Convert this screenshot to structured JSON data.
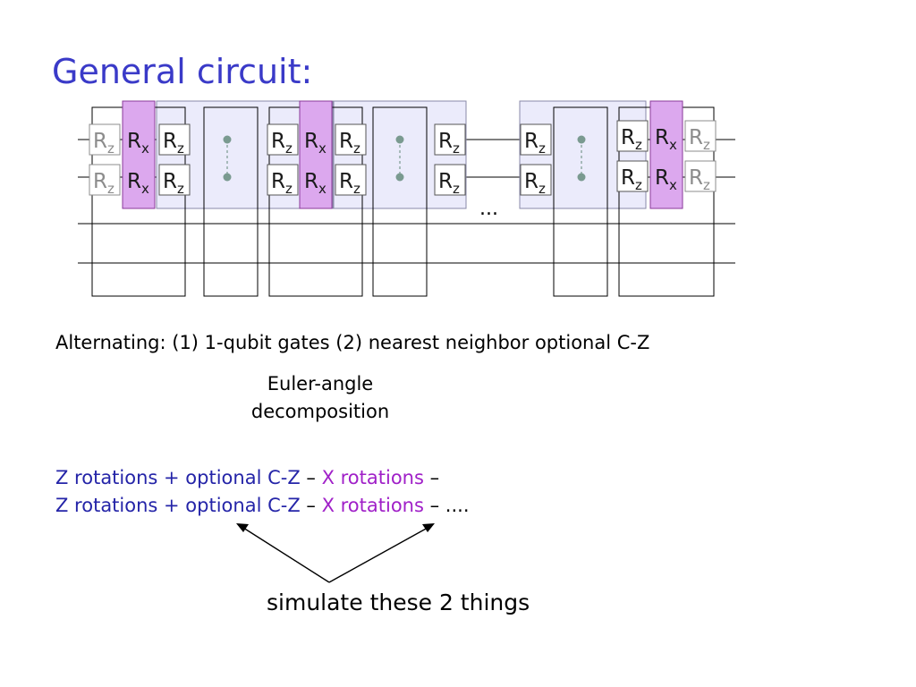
{
  "title": "General circuit:",
  "circuit": {
    "ellipsis": "...",
    "gate_z": {
      "main": "R",
      "sub": "z"
    },
    "gate_x": {
      "main": "R",
      "sub": "x"
    },
    "colors": {
      "block_fill": "#ebebfb",
      "block_stroke": "#8a8aa8",
      "rx_fill": "#dca8ee",
      "rx_stroke": "#8a3a9a",
      "gray_gate_text": "#8c8c8c",
      "control_dot": "#7a9a90"
    }
  },
  "caption": "Alternating: (1) 1-qubit gates  (2) nearest neighbor optional C-Z",
  "euler": {
    "line1": "Euler-angle",
    "line2": "decomposition"
  },
  "rotations": {
    "z_part": "Z rotations + optional C-Z",
    "dash": " – ",
    "x_part": "X rotations",
    "line1_tail": " –",
    "line2_tail": " – ...."
  },
  "simulate": "simulate these 2 things"
}
